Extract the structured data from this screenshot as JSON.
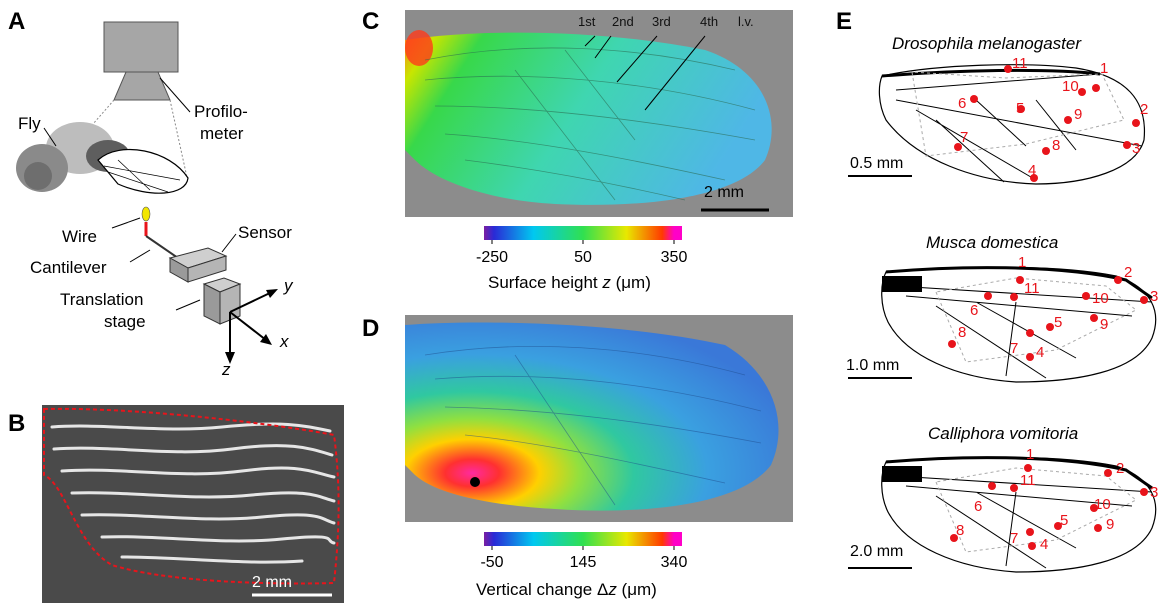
{
  "panels": {
    "A": {
      "letter": "A",
      "labels": {
        "fly": "Fly",
        "profilometer": "Profilo-\nmeter",
        "profilometer_line1": "Profilo-",
        "profilometer_line2": "meter",
        "wire": "Wire",
        "sensor": "Sensor",
        "cantilever": "Cantilever",
        "stage_line1": "Translation",
        "stage_line2": "stage",
        "axis_x": "x",
        "axis_y": "y",
        "axis_z": "z"
      }
    },
    "B": {
      "letter": "B",
      "scale_bar": "2 mm"
    },
    "C": {
      "letter": "C",
      "veins": [
        "1st",
        "2nd",
        "3rd",
        "4th",
        "l.v."
      ],
      "scale_bar": "2 mm",
      "colorbar": {
        "ticks": [
          "-250",
          "50",
          "350"
        ],
        "title_prefix": "Surface height ",
        "title_var": "z",
        "title_unit": " (μm)"
      }
    },
    "D": {
      "letter": "D",
      "colorbar": {
        "ticks": [
          "-50",
          "145",
          "340"
        ],
        "title_prefix": "Vertical change Δ",
        "title_var": "z",
        "title_unit": " (μm)"
      }
    },
    "E": {
      "letter": "E",
      "species": [
        {
          "name": "Drosophila melanogaster",
          "scale_bar": "0.5 mm",
          "points": [
            "1",
            "2",
            "3",
            "4",
            "5",
            "6",
            "7",
            "8",
            "9",
            "10",
            "11"
          ]
        },
        {
          "name": "Musca domestica",
          "scale_bar": "1.0 mm",
          "points": [
            "1",
            "2",
            "3",
            "4",
            "5",
            "6",
            "7",
            "8",
            "9",
            "10",
            "11"
          ]
        },
        {
          "name": "Calliphora vomitoria",
          "scale_bar": "2.0 mm",
          "points": [
            "1",
            "2",
            "3",
            "4",
            "5",
            "6",
            "7",
            "8",
            "9",
            "10",
            "11"
          ]
        }
      ]
    }
  },
  "colors": {
    "landmark_red": "#e8141b",
    "outline_dashed_red": "#e8141b",
    "panel_gray": "#8c8c8c",
    "dark_panel": "#4a4a4a"
  }
}
